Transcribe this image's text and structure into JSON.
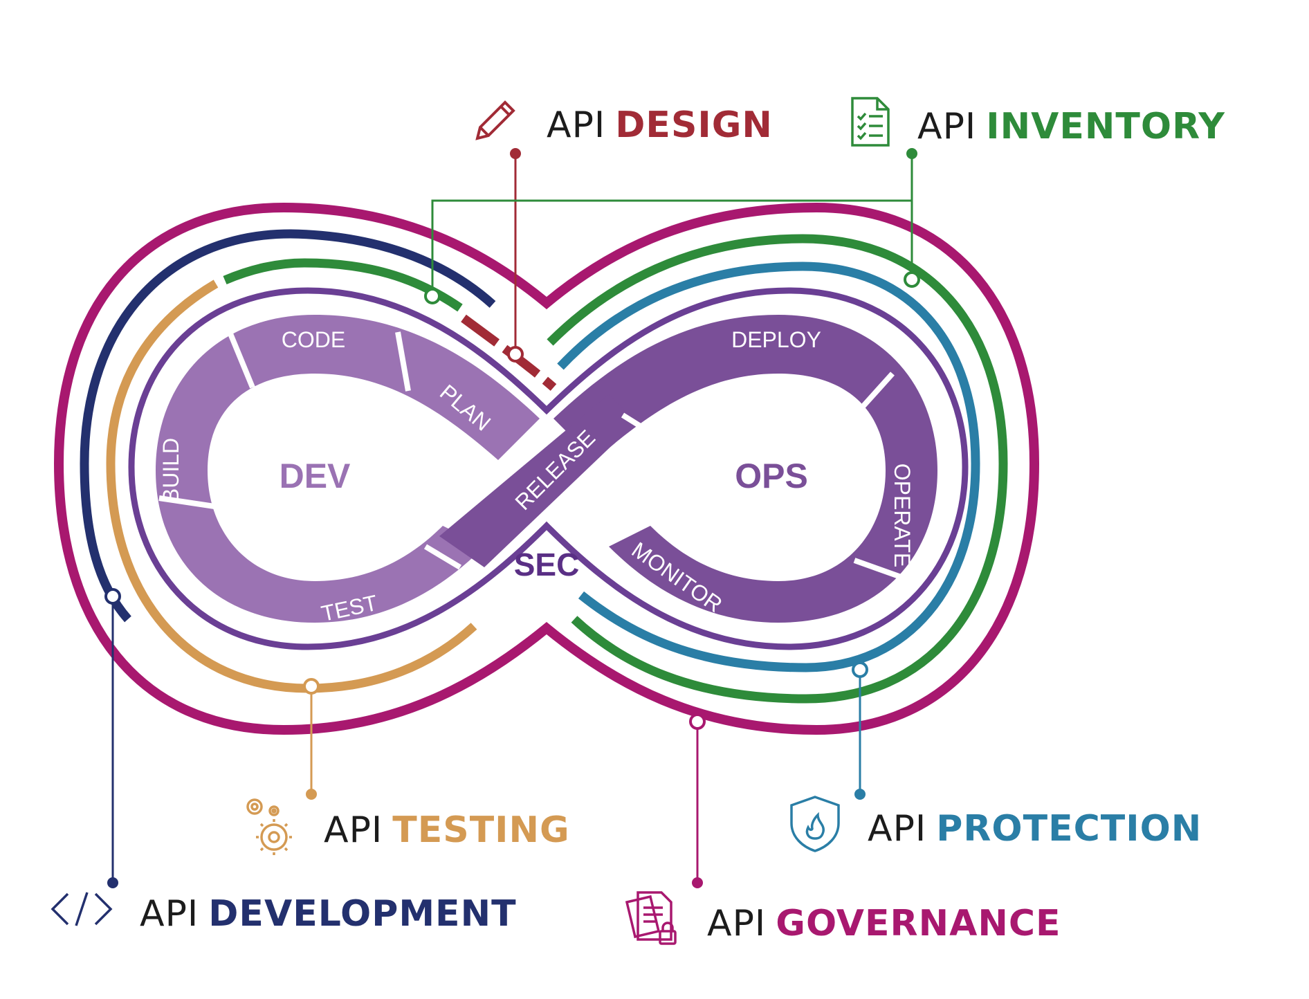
{
  "center": {
    "dev": "DEV",
    "ops": "OPS",
    "sec": "SEC"
  },
  "stages": {
    "code": "CODE",
    "plan": "PLAN",
    "build": "BUILD",
    "test": "TEST",
    "release": "RELEASE",
    "deploy": "DEPLOY",
    "operate": "OPERATE",
    "monitor": "MONITOR"
  },
  "callouts": {
    "design": {
      "prefix": "API",
      "label": "DESIGN",
      "color": "#a12b36",
      "icon": "pencil-icon"
    },
    "inventory": {
      "prefix": "API",
      "label": "INVENTORY",
      "color": "#2e8b3a",
      "icon": "checklist-document-icon"
    },
    "testing": {
      "prefix": "API",
      "label": "TESTING",
      "color": "#d49a53",
      "icon": "gears-icon"
    },
    "protection": {
      "prefix": "API",
      "label": "PROTECTION",
      "color": "#2a7ea6",
      "icon": "shield-flame-icon"
    },
    "development": {
      "prefix": "API",
      "label": "DEVELOPMENT",
      "color": "#23306e",
      "icon": "code-brackets-icon"
    },
    "governance": {
      "prefix": "API",
      "label": "GOVERNANCE",
      "color": "#a8186f",
      "icon": "locked-documents-icon"
    }
  },
  "colors": {
    "outer_ring": "#a8186f",
    "inner_ring": "#6a3f94",
    "stage_fill": "#9b73b3",
    "stage_dark": "#7a4f98",
    "center_text": "#9a72b3",
    "sec_text": "#5a2f85"
  }
}
